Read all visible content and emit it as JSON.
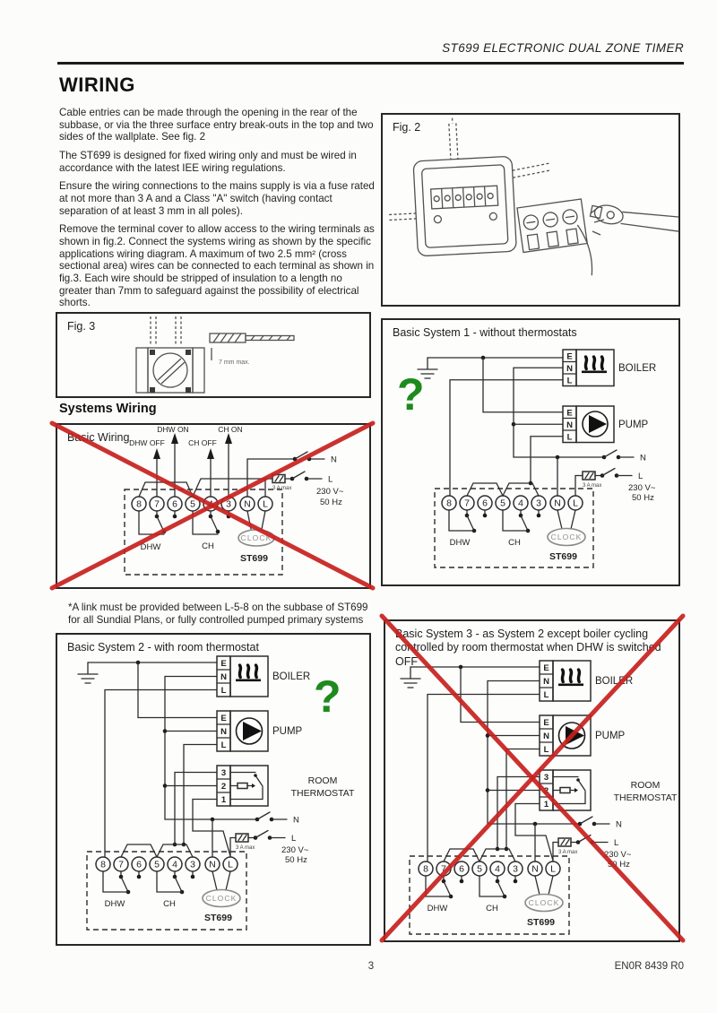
{
  "page": {
    "header_title": "ST699 ELECTRONIC DUAL ZONE TIMER",
    "section_title": "WIRING",
    "paragraphs": [
      "Cable entries can be made through the opening in the rear of the subbase, or via the three surface entry break-outs in the top and two sides of the wallplate.  See fig. 2",
      "The ST699 is designed for fixed wiring only and must be wired in accordance with the latest IEE wiring regulations.",
      "Ensure the wiring connections to the mains supply is via a fuse rated at not more than 3 A and a Class \"A\" switch (having contact separation of at least 3 mm in all poles).",
      "Remove the terminal cover to allow access to the wiring terminals as shown in fig.2. Connect the systems wiring as shown by the specific applications wiring diagram.  A maximum of two 2.5 mm² (cross sectional area) wires can be connected to each terminal as shown in fig.3. Each wire should be stripped of insulation to a length no greater than 7mm to safeguard against the possibility of electrical shorts."
    ],
    "systems_wiring_heading": "Systems Wiring",
    "link_note": "*A link must be provided between L-5-8 on the subbase of ST699 for all Sundial Plans, or fully controlled pumped primary systems",
    "page_number": "3",
    "doc_ref": "EN0R 8439 R0"
  },
  "figures": {
    "fig2_label": "Fig. 2",
    "fig3_label": "Fig. 3",
    "fig3_note": "7 mm max."
  },
  "diagrams": {
    "basic_wiring": {
      "title": "Basic Wiring",
      "dhw_off": "DHW OFF",
      "dhw_on": "DHW ON",
      "ch_off": "CH OFF",
      "ch_on": "CH ON"
    },
    "system1": {
      "title": "Basic System 1 - without thermostats"
    },
    "system2": {
      "title": "Basic System 2 - with room thermostat"
    },
    "system3": {
      "title": "Basic System 3 - as System 2 except boiler cycling controlled by room thermostat when DHW is switched OFF"
    },
    "question_mark": "?"
  },
  "lbl": {
    "e": "E",
    "n": "N",
    "l": "L",
    "boiler": "BOILER",
    "pump": "PUMP",
    "room1": "ROOM",
    "room2": "THERMOSTAT",
    "t3": "3",
    "t2": "2",
    "t1": "1",
    "terminals": [
      "8",
      "7",
      "6",
      "5",
      "4",
      "3",
      "N",
      "L"
    ],
    "dhw": "DHW",
    "ch": "CH",
    "clock": "CLOCK",
    "st699": "ST699",
    "fuse": "3 A max",
    "mains_n": "N",
    "mains_l": "L",
    "voltage": "230 V~",
    "freq": "50 Hz"
  },
  "colors": {
    "cross_red": "#c7211e",
    "question_green": "#1e8a1e",
    "ink": "#2d2d2d"
  }
}
